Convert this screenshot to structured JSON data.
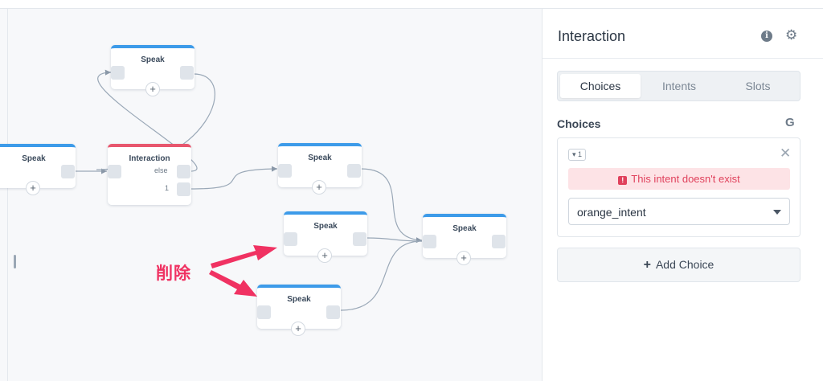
{
  "canvas": {
    "nodes": [
      {
        "id": "speak_top",
        "title": "Speak"
      },
      {
        "id": "speak_left",
        "title": "Speak"
      },
      {
        "id": "interaction",
        "title": "Interaction",
        "ports": [
          "else",
          "1"
        ]
      },
      {
        "id": "speak_mid1",
        "title": "Speak"
      },
      {
        "id": "speak_mid2",
        "title": "Speak"
      },
      {
        "id": "speak_bottom",
        "title": "Speak"
      },
      {
        "id": "speak_right",
        "title": "Speak"
      }
    ],
    "annotation_text": "削除"
  },
  "panel": {
    "title": "Interaction",
    "tabs": [
      "Choices",
      "Intents",
      "Slots"
    ],
    "active_tab": "Choices",
    "section_label": "Choices",
    "google_icon_glyph": "G",
    "choice": {
      "number_badge": "1",
      "error_text": "This intent doesn't exist",
      "intent_value": "orange_intent"
    },
    "add_choice_label": "Add Choice"
  },
  "colors": {
    "accent_blue": "#3d9be9",
    "interaction_red": "#e8576e",
    "annotation_pink": "#f03262",
    "error_red": "#e0415c"
  }
}
